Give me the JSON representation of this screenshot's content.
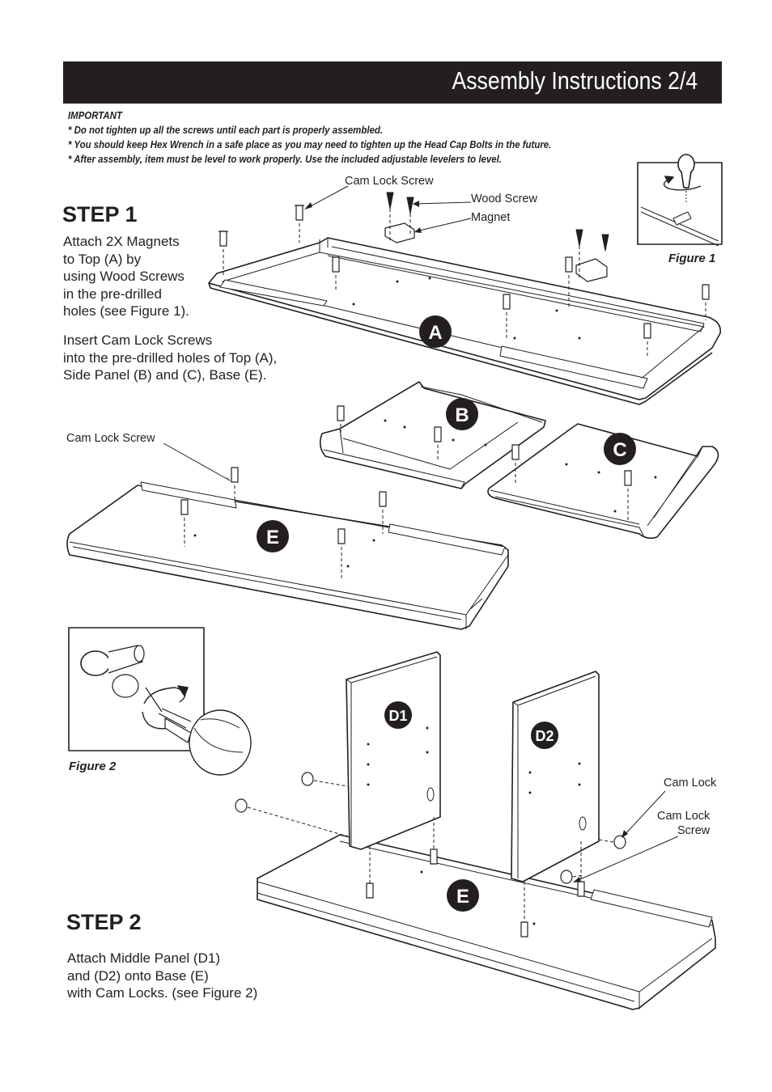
{
  "header": {
    "title": "Assembly Instructions 2/4"
  },
  "notes": {
    "heading": "IMPORTANT",
    "lines": [
      "* Do not tighten up all the screws until each part is properly assembled.",
      "* You should keep Hex Wrench in a safe place as you may need to tighten up the Head Cap Bolts in the future.",
      "* After assembly, item must be level to work properly. Use the included adjustable levelers to level."
    ]
  },
  "step1": {
    "title": "STEP 1",
    "para1": [
      "Attach 2X Magnets",
      "to Top (A) by",
      "using Wood Screws",
      "in the pre-drilled",
      "holes (see Figure 1)."
    ],
    "para2": [
      "Insert Cam Lock Screws",
      "into the pre-drilled holes of Top (A),",
      "Side Panel (B) and (C), Base (E)."
    ]
  },
  "step2": {
    "title": "STEP 2",
    "para": [
      "Attach Middle Panel (D1)",
      "and (D2) onto Base (E)",
      "with Cam Locks. (see Figure 2)"
    ]
  },
  "callouts": {
    "cam_lock_screw_top": "Cam Lock Screw",
    "wood_screw": "Wood Screw",
    "magnet": "Magnet",
    "cam_lock_screw_left": "Cam Lock Screw",
    "cam_lock": "Cam Lock",
    "cam_lock_screw_2": [
      "Cam Lock",
      "Screw"
    ]
  },
  "figures": {
    "figure1": "Figure 1",
    "figure2": "Figure 2"
  },
  "parts": {
    "a": "A",
    "b": "B",
    "c": "C",
    "e1": "E",
    "d1": "D1",
    "d2": "D2",
    "e2": "E"
  }
}
